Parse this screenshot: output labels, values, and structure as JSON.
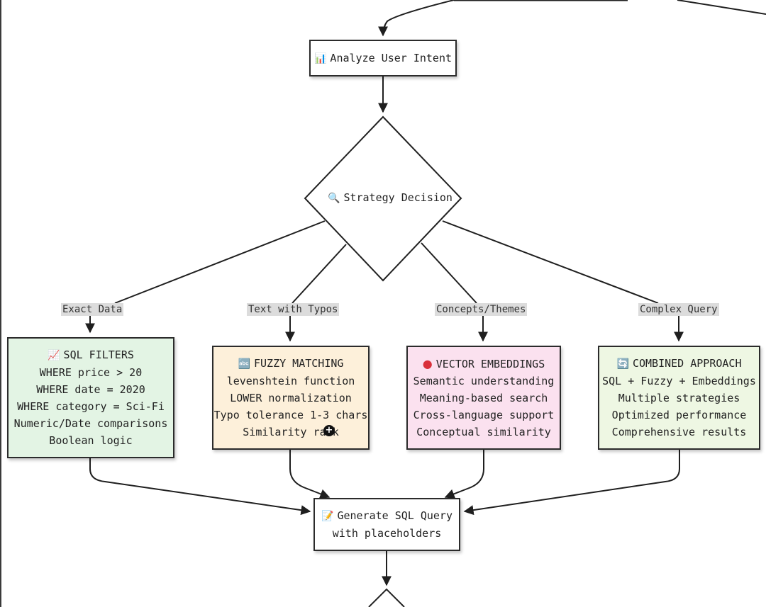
{
  "colors": {
    "line": "#1f1f1f",
    "label_bg": "#dcdcdc",
    "sql_fill": "#e3f4e4",
    "fuzzy_fill": "#fdf0da",
    "vector_fill": "#fbe1ef",
    "combined_fill": "#eef7e3"
  },
  "nodes": {
    "analyze": {
      "icon": "📊",
      "icon_name": "bar-chart-icon",
      "label": "Analyze User Intent"
    },
    "decision": {
      "icon": "🔍",
      "icon_name": "magnifier-icon",
      "label": "Strategy Decision"
    },
    "sql": {
      "icon": "📈",
      "icon_name": "trend-chart-icon",
      "title": "SQL FILTERS",
      "lines": [
        "WHERE price > 20",
        "WHERE date = 2020",
        "WHERE category = Sci-Fi",
        "Numeric/Date comparisons",
        "Boolean logic"
      ]
    },
    "fuzzy": {
      "icon": "🔤",
      "icon_name": "abc-input-icon",
      "title": "FUZZY MATCHING",
      "lines": [
        "levenshtein function",
        "LOWER normalization",
        "Typo tolerance 1-3 chars",
        "Similarity rank"
      ]
    },
    "vector": {
      "icon": "●",
      "icon_name": "red-circle-icon",
      "title": "VECTOR EMBEDDINGS",
      "lines": [
        "Semantic understanding",
        "Meaning-based search",
        "Cross-language support",
        "Conceptual similarity"
      ]
    },
    "combined": {
      "icon": "🔄",
      "icon_name": "arrows-cycle-icon",
      "title": "COMBINED APPROACH",
      "lines": [
        "SQL + Fuzzy + Embeddings",
        "Multiple strategies",
        "Optimized performance",
        "Comprehensive results"
      ]
    },
    "generate": {
      "icon": "📝",
      "icon_name": "memo-icon",
      "lines": [
        "Generate SQL Query",
        "with placeholders"
      ]
    }
  },
  "edge_labels": {
    "exact": "Exact Data",
    "typos": "Text with Typos",
    "concepts": "Concepts/Themes",
    "complex": "Complex Query"
  },
  "cursor": {
    "glyph": "+",
    "icon_name": "zoom-in-cursor-icon"
  }
}
